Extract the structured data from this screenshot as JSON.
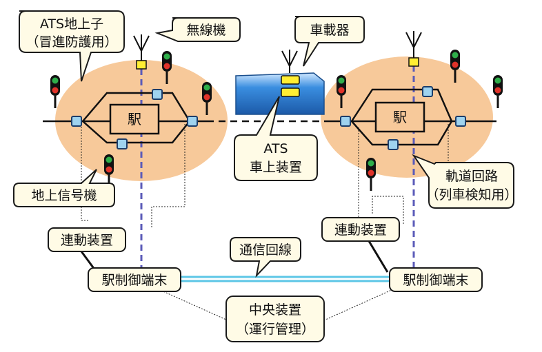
{
  "colors": {
    "station_area": "#f7c99a",
    "callout_fill": "#fffbe6",
    "radio_line": "#5b5bb8",
    "comm_line": "#5cc6e6",
    "signal_red": "#e0332a",
    "signal_green": "#2fae4a",
    "transponder": "#ffee33",
    "track_circuit_marker": "#9fd3ef",
    "car_body": "#2f7fd0"
  },
  "icons": [
    "antenna-icon",
    "signal-icon",
    "transponder-icon",
    "track-circuit-marker-icon",
    "train-car-icon"
  ],
  "labels": {
    "ats_ground_line1": "ATS地上子",
    "ats_ground_line2": "（冒進防護用）",
    "radio": "無線機",
    "onboard": "車載器",
    "ats_onboard_line1": "ATS",
    "ats_onboard_line2": "車上装置",
    "station_left": "駅",
    "station_right": "駅",
    "ground_signal": "地上信号機",
    "track_circuit_line1": "軌道回路",
    "track_circuit_line2": "（列車検知用）",
    "interlock_left": "連動装置",
    "interlock_right": "連動装置",
    "comm_line": "通信回線",
    "terminal_left": "駅制御端末",
    "terminal_right": "駅制御端末",
    "central_line1": "中央装置",
    "central_line2": "（運行管理）"
  }
}
